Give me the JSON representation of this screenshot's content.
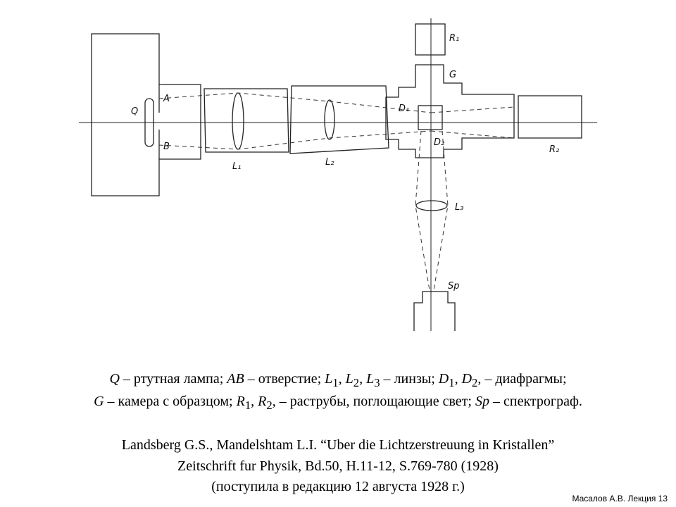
{
  "diagram": {
    "labels": {
      "Q": "Q",
      "A": "A",
      "B": "B",
      "L1": "L₁",
      "L2": "L₂",
      "L3": "L₃",
      "R1": "R₁",
      "R2": "R₂",
      "G": "G",
      "D1": "D₁",
      "D2": "D₂",
      "Sp": "Sp"
    }
  },
  "caption": {
    "line1": {
      "q": "Q",
      "t1": " – ртутная лампа; ",
      "ab": "AB",
      "t2": " – отверстие; ",
      "l1": "L",
      "s1": "1",
      "c1": ", ",
      "l2": "L",
      "s2": "2",
      "c2": ", ",
      "l3": "L",
      "s3": "3",
      "t3": " – линзы; ",
      "d1": "D",
      "s4": "1",
      "c3": ", ",
      "d2": "D",
      "s5": "2",
      "t4": ", – диафрагмы;"
    },
    "line2": {
      "g": "G",
      "t1": " – камера с образцом; ",
      "r1": "R",
      "s1": "1",
      "c1": ", ",
      "r2": "R",
      "s2": "2",
      "t2": ", – раструбы, поглощающие свет; ",
      "sp": "Sp",
      "t3": " – спектрограф."
    }
  },
  "reference": {
    "line1": "Landsberg G.S., Mandelshtam L.I. “Uber die Lichtzerstreuung in Kristallen”",
    "line2": "Zeitschrift fur Physik, Bd.50, H.11-12, S.769-780 (1928)",
    "line3": "(поступила в редакцию 12 августа 1928 г.)"
  },
  "footer": {
    "text": "Масалов А.В. Лекция 13"
  }
}
